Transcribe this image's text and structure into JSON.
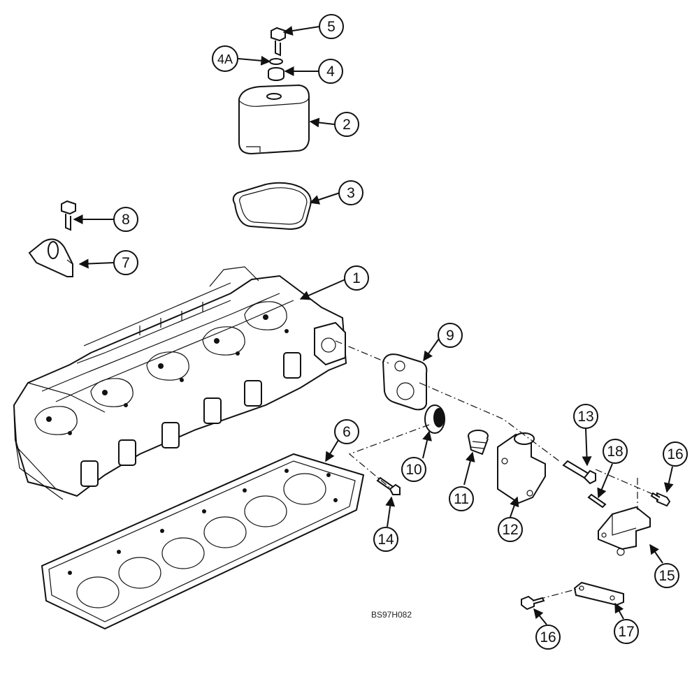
{
  "callouts": {
    "c1": "1",
    "c2": "2",
    "c3": "3",
    "c4": "4",
    "c4a": "4A",
    "c5": "5",
    "c6": "6",
    "c7": "7",
    "c8": "8",
    "c9": "9",
    "c10": "10",
    "c11": "11",
    "c12": "12",
    "c13": "13",
    "c14": "14",
    "c15": "15",
    "c16a": "16",
    "c16b": "16",
    "c17": "17",
    "c18": "18"
  },
  "drawing_ref": "BS97H082"
}
